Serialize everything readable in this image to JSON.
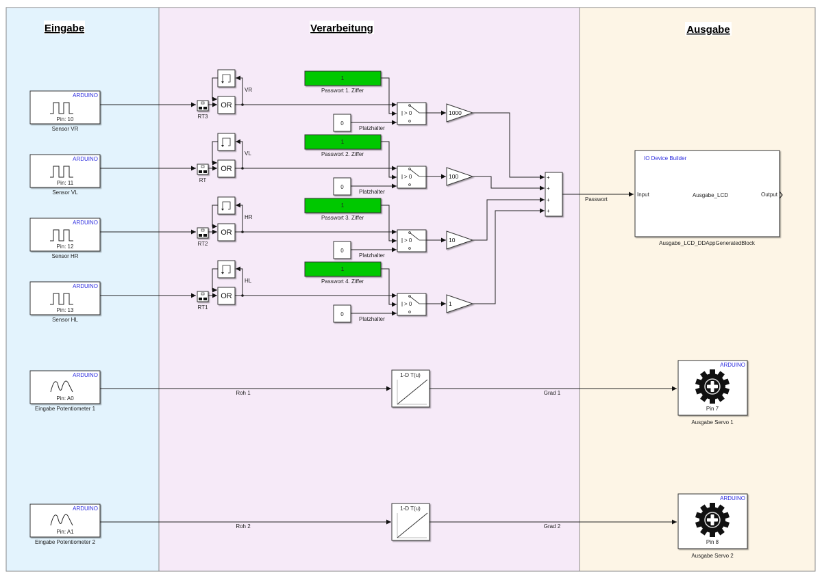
{
  "areas": {
    "input": {
      "title": "Eingabe",
      "color": "#e3f3fd"
    },
    "processing": {
      "title": "Verarbeitung",
      "color": "#f6eaf8"
    },
    "output": {
      "title": "Ausgabe",
      "color": "#fdf5e6"
    }
  },
  "brand_label": "ARDUINO",
  "sensors": [
    {
      "pin": "Pin: 10",
      "name": "Sensor VR"
    },
    {
      "pin": "Pin: 11",
      "name": "Sensor VL"
    },
    {
      "pin": "Pin: 12",
      "name": "Sensor HR"
    },
    {
      "pin": "Pin: 13",
      "name": "Sensor HL"
    }
  ],
  "potentiometers": [
    {
      "pin": "Pin: A0",
      "name": "Eingabe Potentiometer 1"
    },
    {
      "pin": "Pin: A1",
      "name": "Eingabe Potentiometer 2"
    }
  ],
  "rate_transitions": [
    "RT3",
    "RT",
    "RT2",
    "RT1"
  ],
  "or_label": "OR",
  "signals": [
    "VR",
    "VL",
    "HR",
    "HL"
  ],
  "password_digits": [
    {
      "value": "1",
      "name": "Passwort 1. Ziffer"
    },
    {
      "value": "1",
      "name": "Passwort 2. Ziffer"
    },
    {
      "value": "1",
      "name": "Passwort 3. Ziffer"
    },
    {
      "value": "1",
      "name": "Passwort 4. Ziffer"
    }
  ],
  "digit_color": "#00c800",
  "placeholder": {
    "value": "0",
    "name": "Platzhalter"
  },
  "switch_label": "> 0",
  "gains": [
    "1000",
    "100",
    "10",
    "1"
  ],
  "sum_signs": [
    "+",
    "+",
    "+",
    "+"
  ],
  "sum_output_signal": "Passwort",
  "lcd": {
    "header": "IO Device Builder",
    "center": "Ausgabe_LCD",
    "input_port": "Input",
    "output_port": "Output",
    "name": "Ausgabe_LCD_DDAppGeneratedBlock"
  },
  "lookup": {
    "label": "1-D T(u)"
  },
  "raw_signals": [
    "Roh 1",
    "Roh 2"
  ],
  "degree_signals": [
    "Grad 1",
    "Grad 2"
  ],
  "servos": [
    {
      "pin": "Pin 7",
      "name": "Ausgabe Servo 1"
    },
    {
      "pin": "Pin 8",
      "name": "Ausgabe Servo 2"
    }
  ]
}
